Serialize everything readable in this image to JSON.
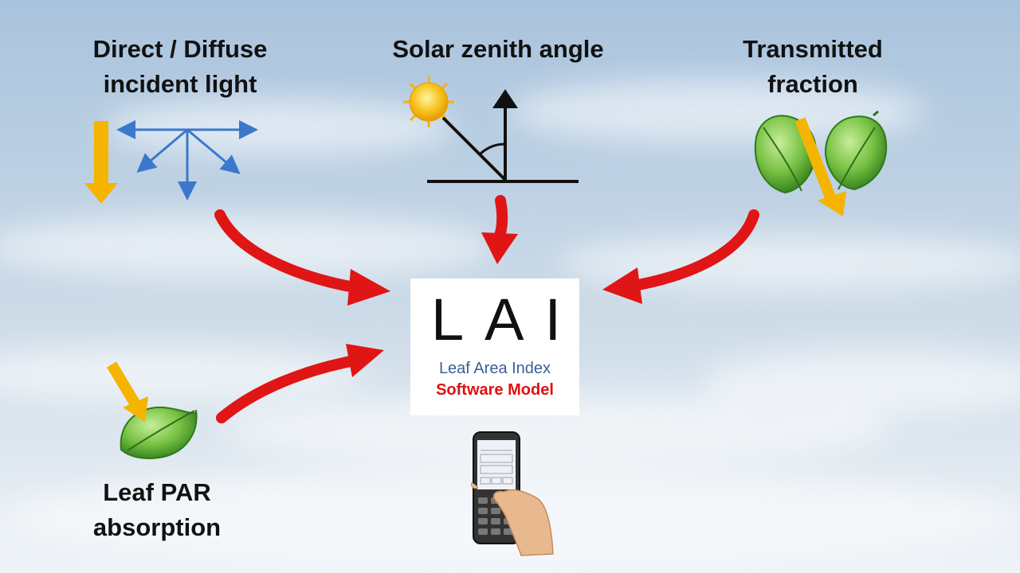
{
  "labels": {
    "direct_line1": "Direct / Diffuse",
    "direct_line2": "incident light",
    "zenith": "Solar zenith angle",
    "transmitted_line1": "Transmitted",
    "transmitted_line2": "fraction",
    "leafpar_line1": "Leaf PAR",
    "leafpar_line2": "absorption"
  },
  "lai_box": {
    "title": "LAI",
    "subtitle": "Leaf Area Index",
    "model": "Software Model"
  },
  "colors": {
    "arrow_red": "#e01515",
    "light_orange": "#f5b400",
    "diffuse_blue": "#3b78cc",
    "leaf_green": "#6fb83a",
    "subtitle_blue": "#3a5f96",
    "model_red": "#e01010"
  },
  "icons": [
    "sun-icon",
    "leaf-icon",
    "handheld-device-icon"
  ]
}
